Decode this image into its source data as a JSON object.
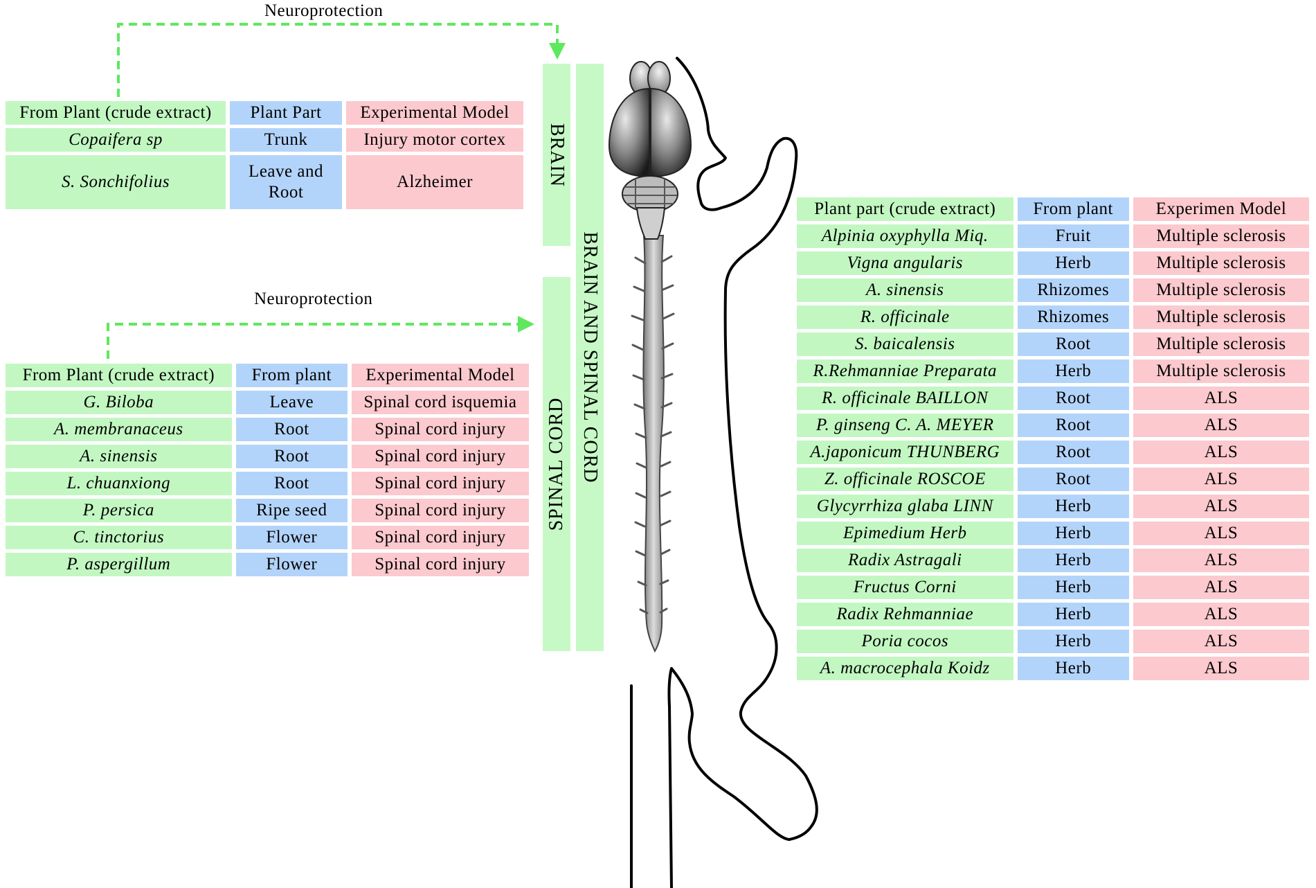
{
  "labels": {
    "neuroprotection_top": "Neuroprotection",
    "neuroprotection_mid": "Neuroprotection",
    "brain": "BRAIN",
    "spinal_cord": "SPINAL CORD",
    "brain_and_spinal_cord": "BRAIN AND SPINAL CORD"
  },
  "brain_table": {
    "headers": [
      "From Plant (crude extract)",
      "Plant Part",
      "Experimental Model"
    ],
    "rows": [
      [
        "Copaifera sp",
        "Trunk",
        "Injury motor cortex"
      ],
      [
        "S. Sonchifolius",
        "Leave and Root",
        "Alzheimer"
      ]
    ]
  },
  "spinal_table": {
    "headers": [
      "From Plant (crude extract)",
      "From plant",
      "Experimental Model"
    ],
    "rows": [
      [
        "G. Biloba",
        "Leave",
        "Spinal cord isquemia"
      ],
      [
        "A. membranaceus",
        "Root",
        "Spinal cord injury"
      ],
      [
        "A. sinensis",
        "Root",
        "Spinal cord injury"
      ],
      [
        "L. chuanxiong",
        "Root",
        "Spinal cord injury"
      ],
      [
        "P. persica",
        "Ripe seed",
        "Spinal cord injury"
      ],
      [
        "C. tinctorius",
        "Flower",
        "Spinal cord injury"
      ],
      [
        "P. aspergillum",
        "Flower",
        "Spinal cord injury"
      ]
    ]
  },
  "both_table": {
    "headers": [
      "Plant part (crude extract)",
      "From plant",
      "Experimen Model"
    ],
    "rows": [
      [
        "Alpinia oxyphylla Miq.",
        "Fruit",
        "Multiple sclerosis"
      ],
      [
        "Vigna angularis",
        "Herb",
        "Multiple sclerosis"
      ],
      [
        "A. sinensis",
        "Rhizomes",
        "Multiple sclerosis"
      ],
      [
        "R. officinale",
        "Rhizomes",
        "Multiple sclerosis"
      ],
      [
        "S. baicalensis",
        "Root",
        "Multiple sclerosis"
      ],
      [
        "R.Rehmanniae Preparata",
        "Herb",
        "Multiple sclerosis"
      ],
      [
        "R. officinale BAILLON",
        "Root",
        "ALS"
      ],
      [
        "P. ginseng C. A. MEYER",
        "Root",
        "ALS"
      ],
      [
        "A.japonicum THUNBERG",
        "Root",
        "ALS"
      ],
      [
        "Z. officinale ROSCOE",
        "Root",
        "ALS"
      ],
      [
        "Glycyrrhiza glaba LINN",
        "Herb",
        "ALS"
      ],
      [
        "Epimedium Herb",
        "Herb",
        "ALS"
      ],
      [
        "Radix Astragali",
        "Herb",
        "ALS"
      ],
      [
        "Fructus Corni",
        "Herb",
        "ALS"
      ],
      [
        "Radix Rehmanniae",
        "Herb",
        "ALS"
      ],
      [
        "Poria cocos",
        "Herb",
        "ALS"
      ],
      [
        "A. macrocephala Koidz",
        "Herb",
        "ALS"
      ]
    ]
  },
  "colors": {
    "plant_column": "#c2f7c2",
    "part_column": "#b3d4fa",
    "model_column": "#fbc9ce",
    "arrow": "#5ee85e"
  },
  "icons": [
    "rat-body-outline-icon",
    "brain-icon",
    "spinal-cord-icon",
    "dashed-arrow-icon"
  ]
}
